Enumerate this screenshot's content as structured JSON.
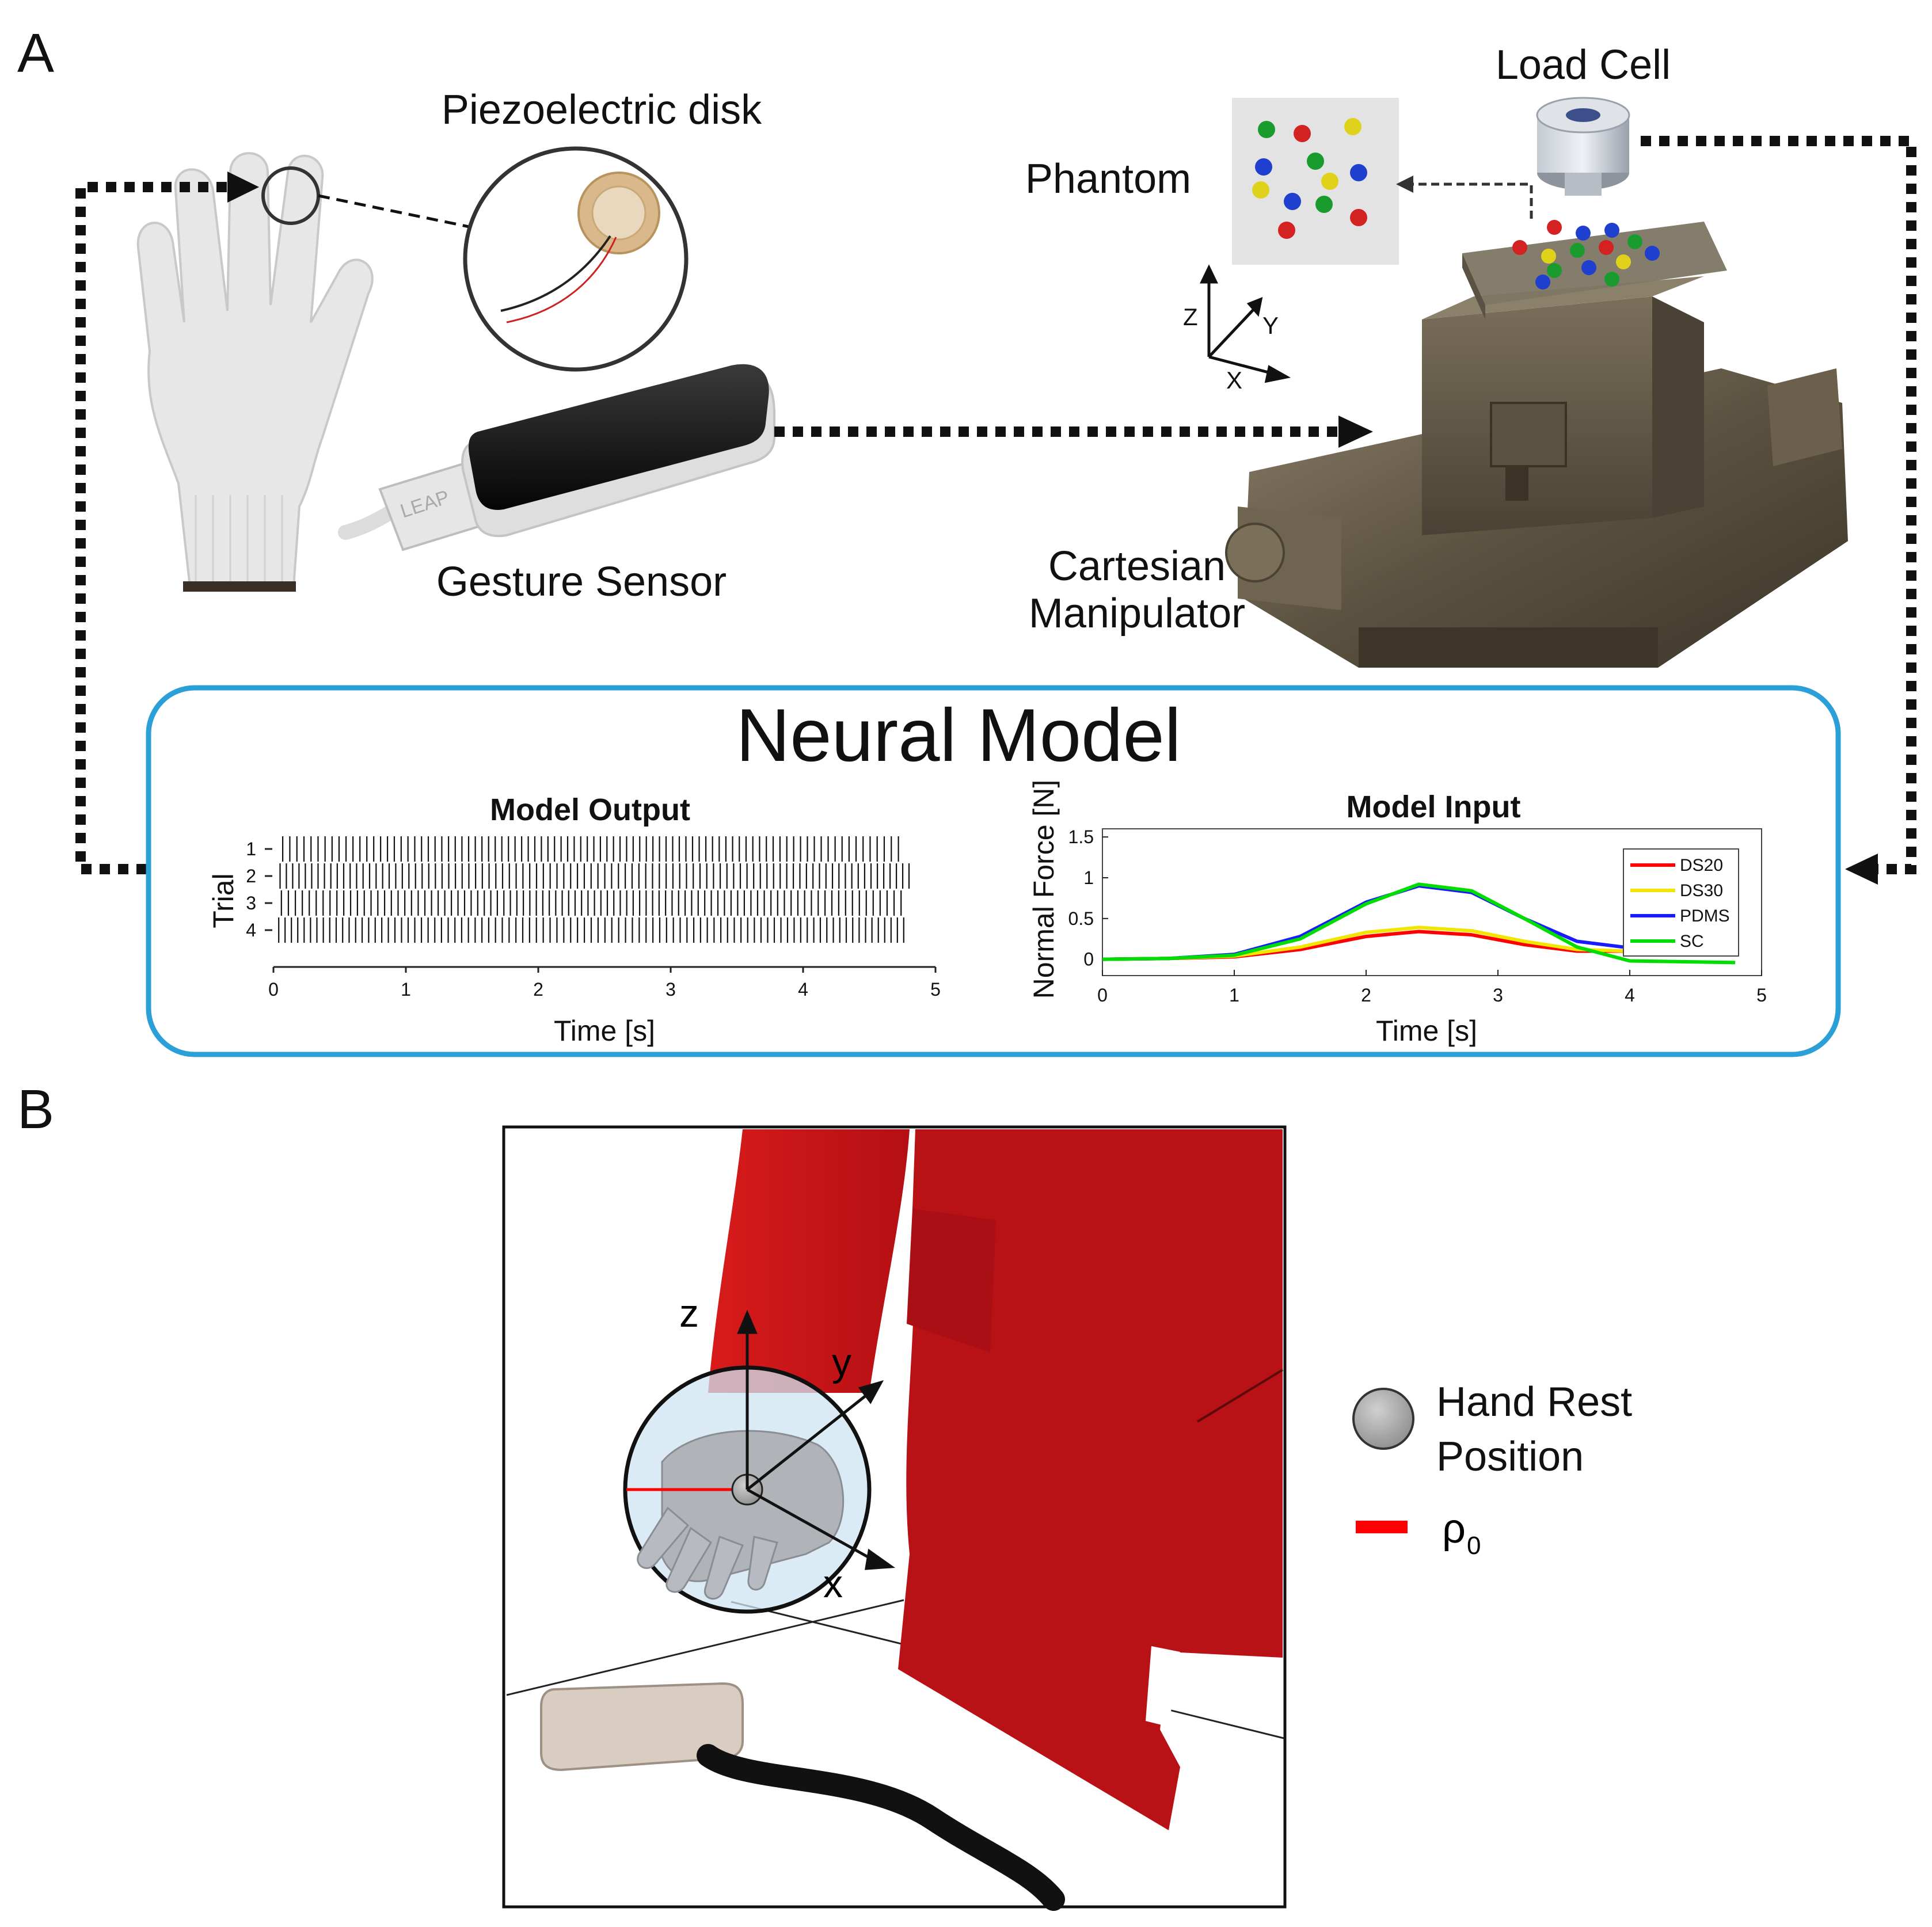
{
  "panels": {
    "a": "A",
    "b": "B"
  },
  "labels": {
    "piezo": "Piezoelectric disk",
    "load_cell": "Load Cell",
    "phantom": "Phantom",
    "gesture": "Gesture Sensor",
    "cartesian_1": "Cartesian",
    "cartesian_2": "Manipulator",
    "leap_logo": "LEAP",
    "neural_model": "Neural Model",
    "axes_a": {
      "z": "Z",
      "y": "Y",
      "x": "X"
    },
    "axes_b": {
      "z": "z",
      "y": "y",
      "x": "x"
    },
    "legend_b": {
      "hand_rest_1": "Hand Rest",
      "hand_rest_2": "Position",
      "rho": "ρ",
      "rho_sub": "0"
    }
  },
  "colors": {
    "neural_box": "#2a9fd8",
    "ds20": "#ff0000",
    "ds30": "#f2e600",
    "pdms": "#1a1aff",
    "sc": "#00dd00",
    "body_red": "#c8141a",
    "hand_grey": "#b0b3b8"
  },
  "chart_data": [
    {
      "type": "raster",
      "title": "Model Output",
      "xlabel": "Time [s]",
      "ylabel": "Trial",
      "xlim": [
        0,
        5
      ],
      "xticks": [
        "0",
        "1",
        "2",
        "3",
        "4",
        "5"
      ],
      "yticks": [
        "1",
        "2",
        "3",
        "4"
      ],
      "trials": [
        {
          "trial": 1,
          "start": 0.07,
          "end": 4.72,
          "n_spikes": 92
        },
        {
          "trial": 2,
          "start": 0.05,
          "end": 4.8,
          "n_spikes": 96
        },
        {
          "trial": 3,
          "start": 0.06,
          "end": 4.74,
          "n_spikes": 94
        },
        {
          "trial": 4,
          "start": 0.04,
          "end": 4.76,
          "n_spikes": 95
        }
      ]
    },
    {
      "type": "line",
      "title": "Model Input",
      "xlabel": "Time [s]",
      "ylabel": "Normal Force [N]",
      "xlim": [
        0,
        5
      ],
      "ylim": [
        -0.2,
        1.6
      ],
      "xticks": [
        "0",
        "1",
        "2",
        "3",
        "4",
        "5"
      ],
      "yticks": [
        {
          "v": 1.5,
          "label": "1.5"
        },
        {
          "v": 1.0,
          "label": "1"
        },
        {
          "v": 0.5,
          "label": "0.5"
        },
        {
          "v": 0.0,
          "label": "0"
        }
      ],
      "legend": "top-right",
      "series": [
        {
          "name": "DS20",
          "color": "#ff0000",
          "x": [
            0,
            0.5,
            1.0,
            1.5,
            2.0,
            2.4,
            2.8,
            3.2,
            3.6,
            4.0
          ],
          "y": [
            0,
            0.01,
            0.03,
            0.12,
            0.28,
            0.34,
            0.3,
            0.18,
            0.1,
            0.1
          ]
        },
        {
          "name": "DS30",
          "color": "#f2e600",
          "x": [
            0,
            0.5,
            1.0,
            1.5,
            2.0,
            2.4,
            2.8,
            3.2,
            3.6,
            4.0
          ],
          "y": [
            0,
            0.01,
            0.04,
            0.15,
            0.33,
            0.39,
            0.35,
            0.22,
            0.12,
            0.1
          ]
        },
        {
          "name": "PDMS",
          "color": "#1a1aff",
          "x": [
            0,
            0.5,
            1.0,
            1.5,
            2.0,
            2.4,
            2.8,
            3.2,
            3.6,
            4.0,
            4.1
          ],
          "y": [
            0,
            0.01,
            0.06,
            0.28,
            0.7,
            0.9,
            0.82,
            0.5,
            0.22,
            0.14,
            0.13
          ]
        },
        {
          "name": "SC",
          "color": "#00dd00",
          "x": [
            0,
            0.5,
            1.0,
            1.5,
            2.0,
            2.4,
            2.8,
            3.2,
            3.6,
            4.0,
            4.4,
            4.8
          ],
          "y": [
            0,
            0.01,
            0.05,
            0.25,
            0.68,
            0.92,
            0.84,
            0.5,
            0.15,
            -0.02,
            -0.03,
            -0.04
          ]
        }
      ]
    }
  ]
}
